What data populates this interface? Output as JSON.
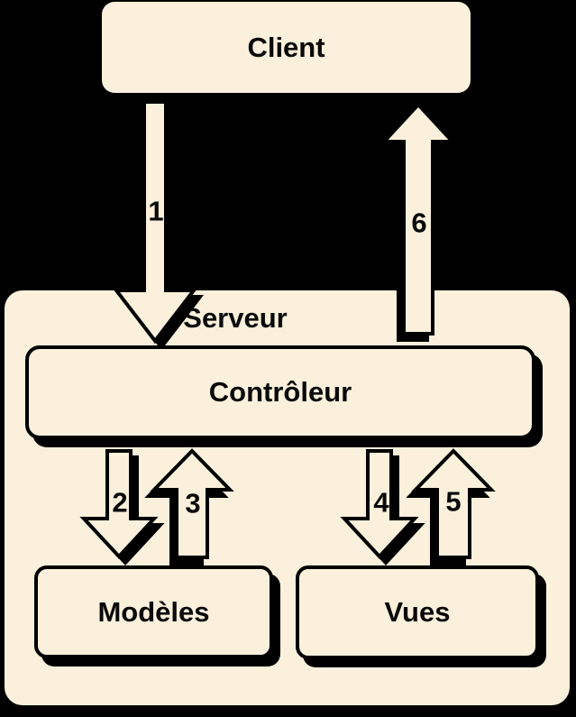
{
  "colors": {
    "background": "#000000",
    "shape_fill": "#FAF0DB",
    "outline": "#000000",
    "text": "#0A0A0A"
  },
  "diagram": {
    "type": "architecture-flow",
    "nodes": {
      "client": {
        "label": "Client"
      },
      "server": {
        "label": "Serveur"
      },
      "controller": {
        "label": "Contrôleur"
      },
      "models": {
        "label": "Modèles"
      },
      "views": {
        "label": "Vues"
      }
    },
    "arrows": [
      {
        "label": "1",
        "direction": "down",
        "from": "Client",
        "to": "Contrôleur"
      },
      {
        "label": "2",
        "direction": "down",
        "from": "Contrôleur",
        "to": "Modèles"
      },
      {
        "label": "3",
        "direction": "up",
        "from": "Modèles",
        "to": "Contrôleur"
      },
      {
        "label": "4",
        "direction": "down",
        "from": "Contrôleur",
        "to": "Vues"
      },
      {
        "label": "5",
        "direction": "up",
        "from": "Vues",
        "to": "Contrôleur"
      },
      {
        "label": "6",
        "direction": "up",
        "from": "Contrôleur",
        "to": "Client"
      }
    ]
  }
}
